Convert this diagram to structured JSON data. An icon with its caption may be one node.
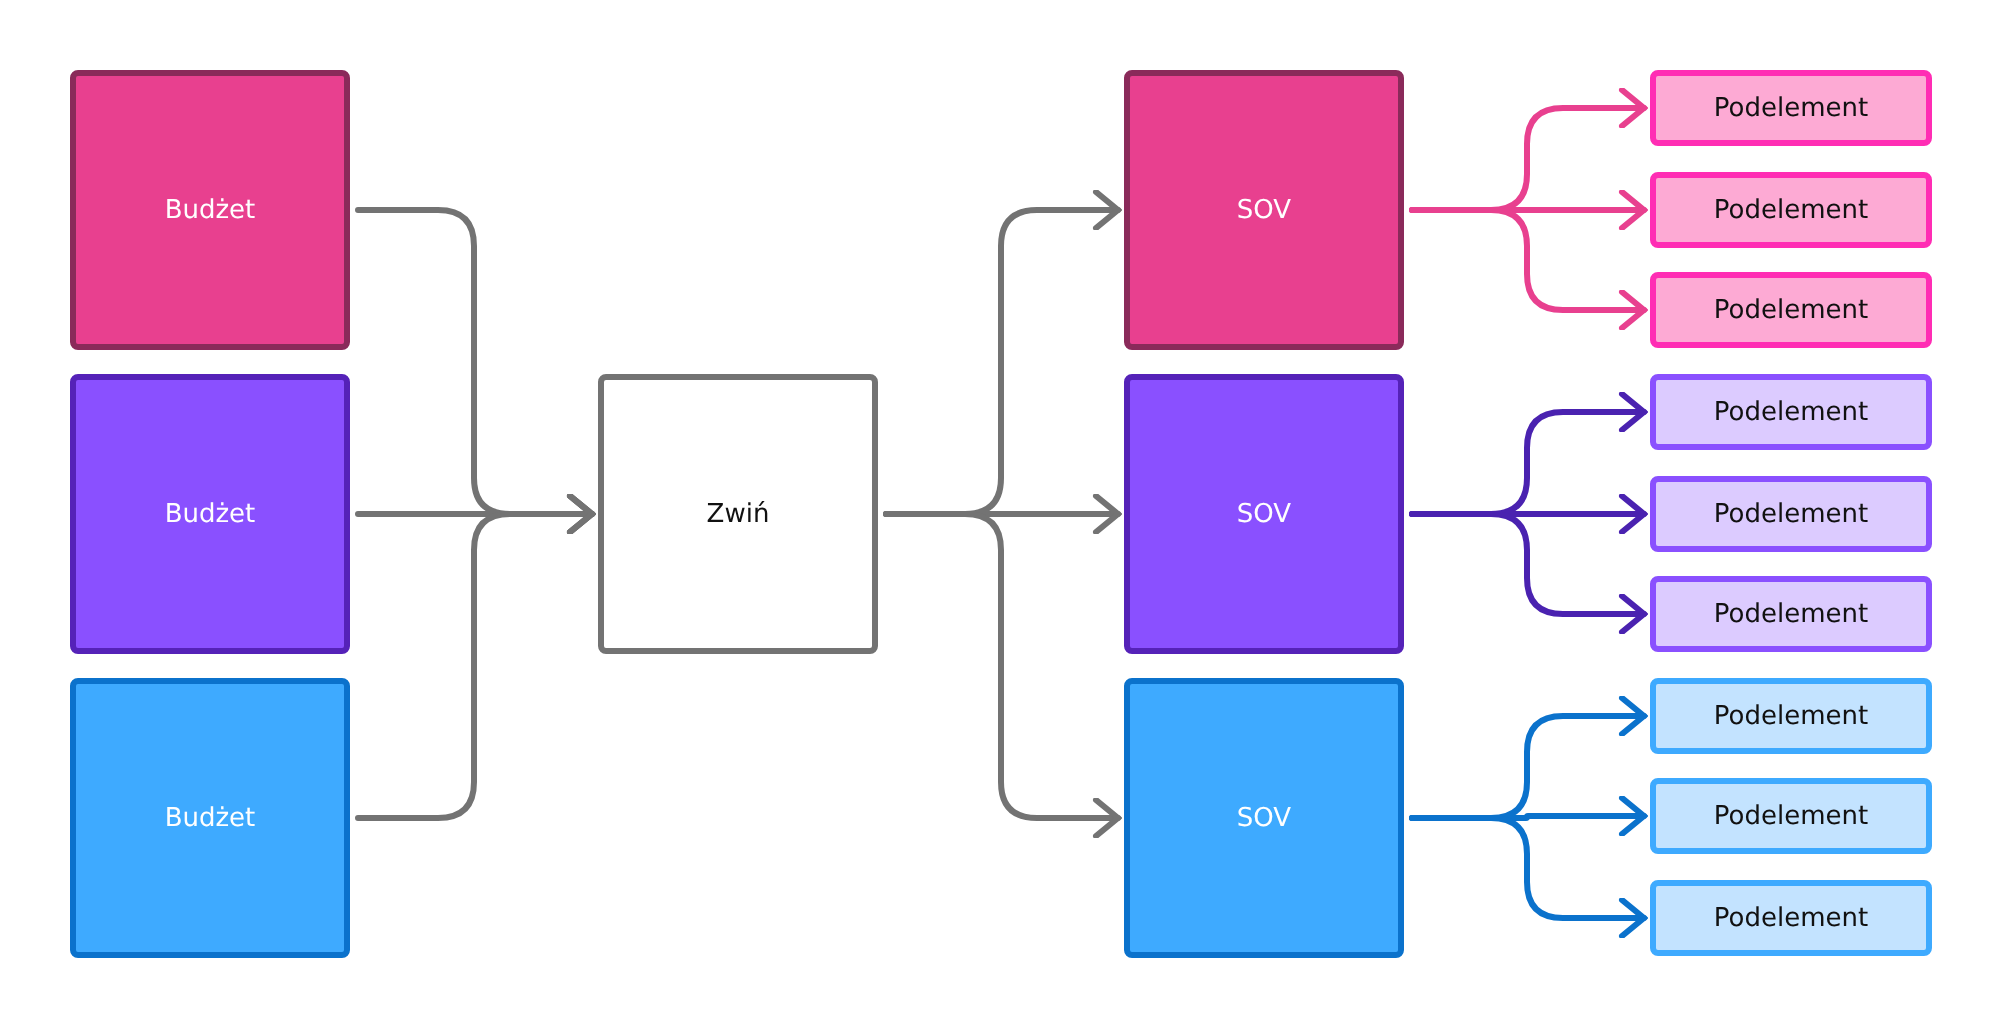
{
  "diagram": {
    "nodes": [
      {
        "text": [
          "Budżet"
        ]
      },
      {
        "text": [
          "Budżet"
        ]
      },
      {
        "text": [
          "Budżet"
        ]
      },
      {
        "text": [
          "Zwiń"
        ]
      },
      {
        "text": [
          "SOV"
        ]
      },
      {
        "text": [
          "SOV"
        ]
      },
      {
        "text": [
          "SOV"
        ]
      },
      {
        "text": [
          "Podelement"
        ]
      },
      {
        "text": [
          "Podelement"
        ]
      },
      {
        "text": [
          "Podelement"
        ]
      },
      {
        "text": [
          "Podelement"
        ]
      },
      {
        "text": [
          "Podelement"
        ]
      },
      {
        "text": [
          "Podelement"
        ]
      },
      {
        "text": [
          "Podelement"
        ]
      },
      {
        "text": [
          "Podelement"
        ]
      },
      {
        "text": [
          "Podelement"
        ]
      }
    ],
    "edges": [
      {
        "from": 0,
        "to": 3,
        "arrow": "to",
        "color": "#737373"
      },
      {
        "from": 1,
        "to": 3,
        "arrow": "to",
        "color": "#737373"
      },
      {
        "from": 2,
        "to": 3,
        "arrow": "to",
        "color": "#737373"
      },
      {
        "from": 3,
        "to": 4,
        "arrow": "to",
        "color": "#737373"
      },
      {
        "from": 3,
        "to": 5,
        "arrow": "to",
        "color": "#737373"
      },
      {
        "from": 3,
        "to": 6,
        "arrow": "to",
        "color": "#737373"
      },
      {
        "from": 4,
        "to": 7,
        "arrow": "to",
        "color": "#e8408f"
      },
      {
        "from": 4,
        "to": 8,
        "arrow": "to",
        "color": "#e8408f"
      },
      {
        "from": 4,
        "to": 9,
        "arrow": "to",
        "color": "#e8408f"
      },
      {
        "from": 5,
        "to": 10,
        "arrow": "to",
        "color": "#4a22b0"
      },
      {
        "from": 5,
        "to": 11,
        "arrow": "to",
        "color": "#4a22b0"
      },
      {
        "from": 5,
        "to": 12,
        "arrow": "to",
        "color": "#4a22b0"
      },
      {
        "from": 6,
        "to": 13,
        "arrow": "to",
        "color": "#0b72cc"
      },
      {
        "from": 6,
        "to": 14,
        "arrow": "to",
        "color": "#0b72cc"
      },
      {
        "from": 6,
        "to": 15,
        "arrow": "to",
        "color": "#0b72cc"
      }
    ]
  }
}
